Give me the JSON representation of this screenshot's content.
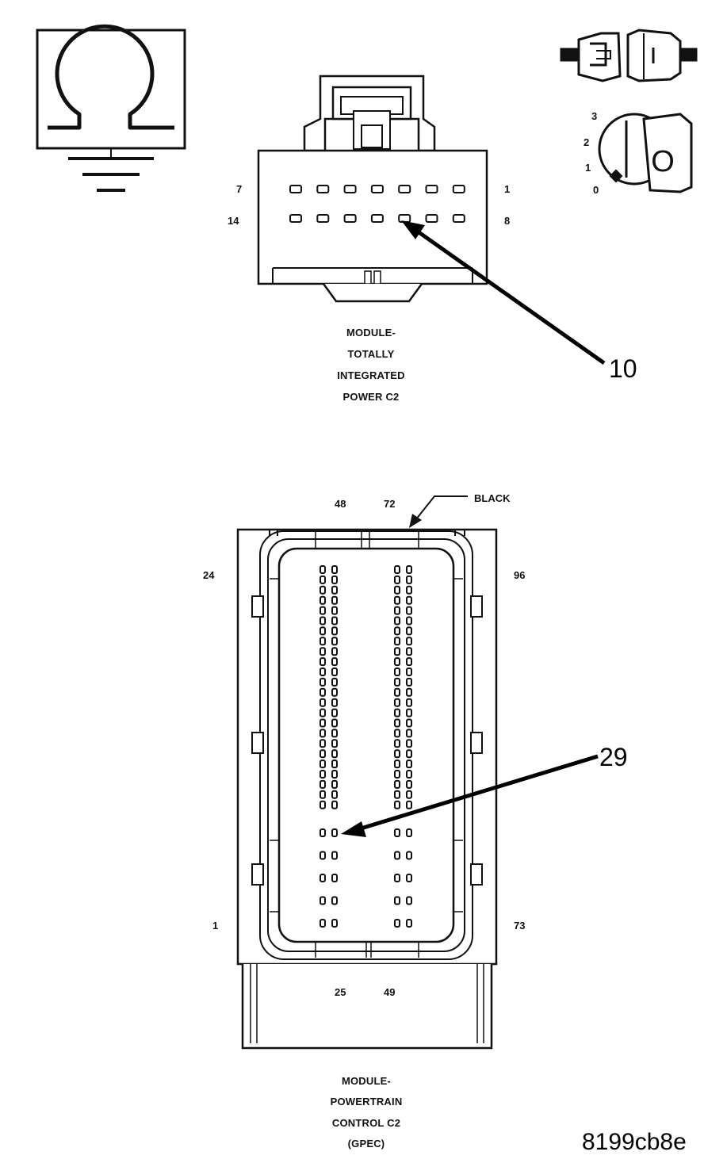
{
  "icons": {
    "ohmmeter": "ohmmeter-ground-icon",
    "connector_disconnect": "connector-disconnect-icon",
    "ignition": "ignition-key-icon"
  },
  "ignition_positions": [
    "3",
    "2",
    "1",
    "0"
  ],
  "ignition_key_label": "O",
  "top_connector": {
    "caption": [
      "MODULE-",
      "TOTALLY",
      "INTEGRATED",
      "POWER C2"
    ],
    "pin_labels": {
      "top_left": "7",
      "top_right": "1",
      "bottom_left": "14",
      "bottom_right": "8"
    },
    "rows": 2,
    "cols": 7,
    "callout": "10"
  },
  "bottom_connector": {
    "caption": [
      "MODULE-",
      "POWERTRAIN",
      "CONTROL C2",
      "(GPEC)"
    ],
    "pin_labels": {
      "top_a": "48",
      "top_b": "72",
      "left_top": "24",
      "right_top": "96",
      "left_bottom": "1",
      "right_bottom": "73",
      "bottom_a": "25",
      "bottom_b": "49"
    },
    "color_label": "BLACK",
    "callout": "29"
  },
  "figure_id": "8199cb8e",
  "colors": {
    "ink": "#111111",
    "background": "#ffffff"
  }
}
